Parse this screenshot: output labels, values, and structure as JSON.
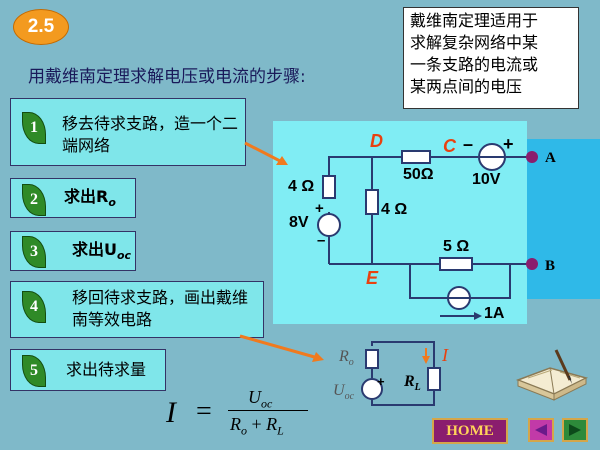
{
  "badge": "2.5",
  "top_note": [
    "戴维南定理适用于",
    "求解复杂网络中某",
    "一条支路的电流或",
    "某两点间的电压"
  ],
  "title": "用戴维南定理求解电压或电流的步骤:",
  "steps": [
    {
      "num": "1",
      "text": "移去待求支路，造一个二端网络"
    },
    {
      "num": "2",
      "text": "求出R",
      "sub": "o"
    },
    {
      "num": "3",
      "text": "求出U",
      "sub": "oc"
    },
    {
      "num": "4",
      "text": "移回待求支路，画出戴维南等效电路"
    },
    {
      "num": "5",
      "text": "求出待求量"
    }
  ],
  "circuit": {
    "node_d": "D",
    "node_c": "C",
    "node_e": "E",
    "terminal_a": "A",
    "terminal_b": "B",
    "r1": "4 Ω",
    "r2": "4 Ω",
    "r3": "50Ω",
    "r4": "5 Ω",
    "v1": "8V",
    "v2": "10V",
    "i1": "1A",
    "minus": "–",
    "plus": "+"
  },
  "equiv": {
    "ro": "R",
    "ro_sub": "o",
    "uoc": "U",
    "uoc_sub": "oc",
    "rl": "R",
    "rl_sub": "L",
    "i": "I",
    "plus": "+"
  },
  "formula": {
    "lhs": "I",
    "eq": "=",
    "num": "U",
    "num_sub": "oc",
    "den_a": "R",
    "den_a_sub": "o",
    "den_plus": "+",
    "den_b": "R",
    "den_b_sub": "L"
  },
  "nav": {
    "home": "HOME",
    "prev_icon": "triangle-left-icon",
    "next_icon": "triangle-right-icon"
  },
  "colors": {
    "background": "#7fb9c9",
    "step_box": "#7fe6ea",
    "leaf": "#2f8a27",
    "arrow": "#f07a1e",
    "label_red": "#e8410f",
    "home": "#8a1d6e"
  }
}
